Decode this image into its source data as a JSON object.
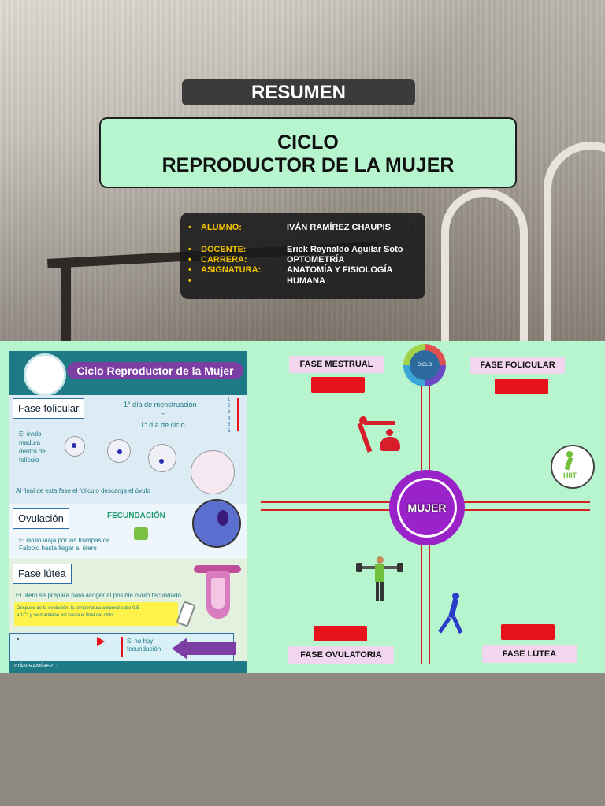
{
  "header": {
    "badge": "RESUMEN",
    "title_line1": "CICLO",
    "title_line2": "REPRODUCTOR DE LA MUJER"
  },
  "info": {
    "rows": [
      {
        "key": "ALUMNO:",
        "value": "IVÁN RAMÍREZ CHAUPIS"
      },
      {
        "key": "DOCENTE:",
        "value": "Erick Reynaldo Aguilar Soto"
      },
      {
        "key": "CARRERA:",
        "value": "OPTOMETRÍA"
      },
      {
        "key": "ASIGNATURA:",
        "value": "ANATOMÍA Y FISIOLOGÍA"
      },
      {
        "key": "",
        "value": "HUMANA"
      }
    ]
  },
  "card": {
    "title": "Ciclo Reproductor de la Mujer",
    "fase_folicular": "Fase folicular",
    "menstruacion": "1° día de menstruación",
    "equals": "=",
    "dia_ciclo": "1° día de ciclo",
    "day_numbers": [
      "1",
      "2",
      "3",
      "4",
      "5",
      "6"
    ],
    "ovulo_madura": [
      "El óvulo",
      "madura",
      "dentro del",
      "folículo"
    ],
    "final_fase": "Al final de esta fase el folículo descarga el óvulo",
    "ovulacion": "Ovulación",
    "fecundacion": "FECUNDACIÓN",
    "ovulo_viaja": [
      "El óvulo viaja por las trompas de",
      "Falopio hasta llegar al útero"
    ],
    "fase_lutea": "Fase lútea",
    "utero": "El útero se prepara para acoger al posible óvulo fecundado",
    "temperatura": [
      "Después de la ovulación, la temperatura corporal sube 0.5",
      "a 1C° y se mantiene así hasta el final del ciclo"
    ],
    "bullet": "•",
    "si_no_hay": [
      "Si no hay",
      "fecundación"
    ],
    "author": "IVÁN RAMÍREZC"
  },
  "diagram": {
    "center": "MUJER",
    "phases": {
      "mestrual": "FASE MESTRUAL",
      "folicular": "FASE FOLICULAR",
      "ovulatoria": "FASE OVULATORIA",
      "lutea": "FASE LÚTEA"
    },
    "logo_text": "CICLO",
    "hiit": "HIIT",
    "colors": {
      "accent": "#9a22c9",
      "line": "#d42020",
      "panel": "#b7f5cf"
    }
  }
}
